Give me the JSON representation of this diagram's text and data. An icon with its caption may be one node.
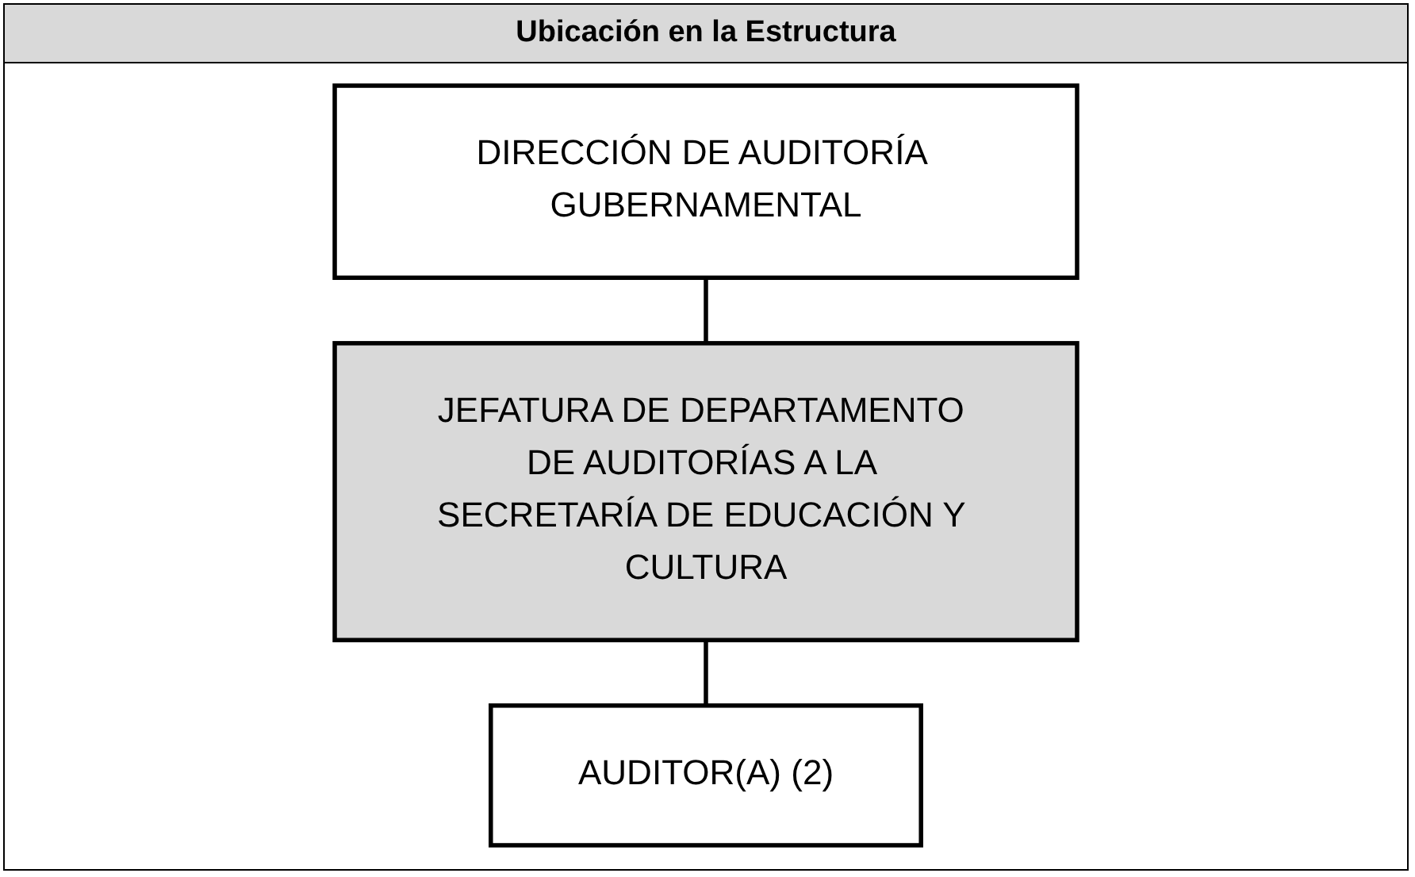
{
  "diagram": {
    "title": "Ubicación en la Estructura",
    "nodes": [
      {
        "text": [
          "DIRECCIÓN DE AUDITORÍA GUBERNAMENTAL"
        ]
      },
      {
        "text": [
          "JEFATURA DE DEPARTAMENTO DE AUDITORÍAS A LA SECRETARÍA DE EDUCACIÓN Y CULTURA"
        ]
      },
      {
        "text": [
          "AUDITOR(A) (2)"
        ]
      }
    ],
    "edges": [
      {
        "from": 0,
        "to": 1,
        "arrow": "none"
      },
      {
        "from": 1,
        "to": 2,
        "arrow": "none"
      }
    ]
  }
}
